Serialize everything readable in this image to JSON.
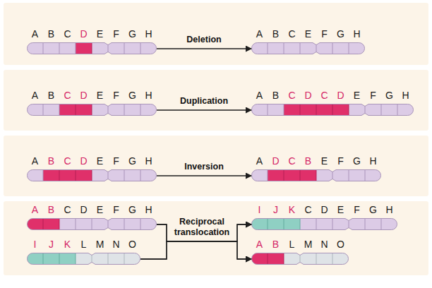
{
  "diagram": {
    "nodes": [
      {
        "text": [
          "A",
          "B",
          "C",
          "D",
          "E",
          "F",
          "G",
          "H"
        ]
      },
      {
        "text": [
          "A",
          "B",
          "C",
          "E",
          "F",
          "G",
          "H"
        ]
      },
      {
        "text": [
          "A",
          "B",
          "C",
          "D",
          "E",
          "F",
          "G",
          "H"
        ]
      },
      {
        "text": [
          "A",
          "B",
          "C",
          "D",
          "C",
          "D",
          "E",
          "F",
          "G",
          "H"
        ]
      },
      {
        "text": [
          "A",
          "B",
          "C",
          "D",
          "E",
          "F",
          "G",
          "H"
        ]
      },
      {
        "text": [
          "A",
          "D",
          "C",
          "B",
          "E",
          "F",
          "G",
          "H"
        ]
      },
      {
        "text": [
          "A",
          "B",
          "C",
          "D",
          "E",
          "F",
          "G",
          "H"
        ]
      },
      {
        "text": [
          "I",
          "J",
          "K",
          "L",
          "M",
          "N",
          "O"
        ]
      },
      {
        "text": [
          "I",
          "J",
          "K",
          "C",
          "D",
          "E",
          "F",
          "G",
          "H"
        ]
      },
      {
        "text": [
          "A",
          "B",
          "L",
          "M",
          "N",
          "O"
        ]
      }
    ],
    "edges": [
      {
        "from": 0,
        "to": 1,
        "arrow": "to",
        "label": "Deletion"
      },
      {
        "from": 2,
        "to": 3,
        "arrow": "to",
        "label": "Duplication"
      },
      {
        "from": 4,
        "to": 5,
        "arrow": "to",
        "label": "Inversion"
      },
      {
        "from": 6,
        "to": 8,
        "arrow": "to",
        "label": "Reciprocal translocation"
      },
      {
        "from": 6,
        "to": 9,
        "arrow": "to"
      },
      {
        "from": 7,
        "to": 8,
        "arrow": "to"
      },
      {
        "from": 7,
        "to": 9,
        "arrow": "to"
      }
    ]
  }
}
